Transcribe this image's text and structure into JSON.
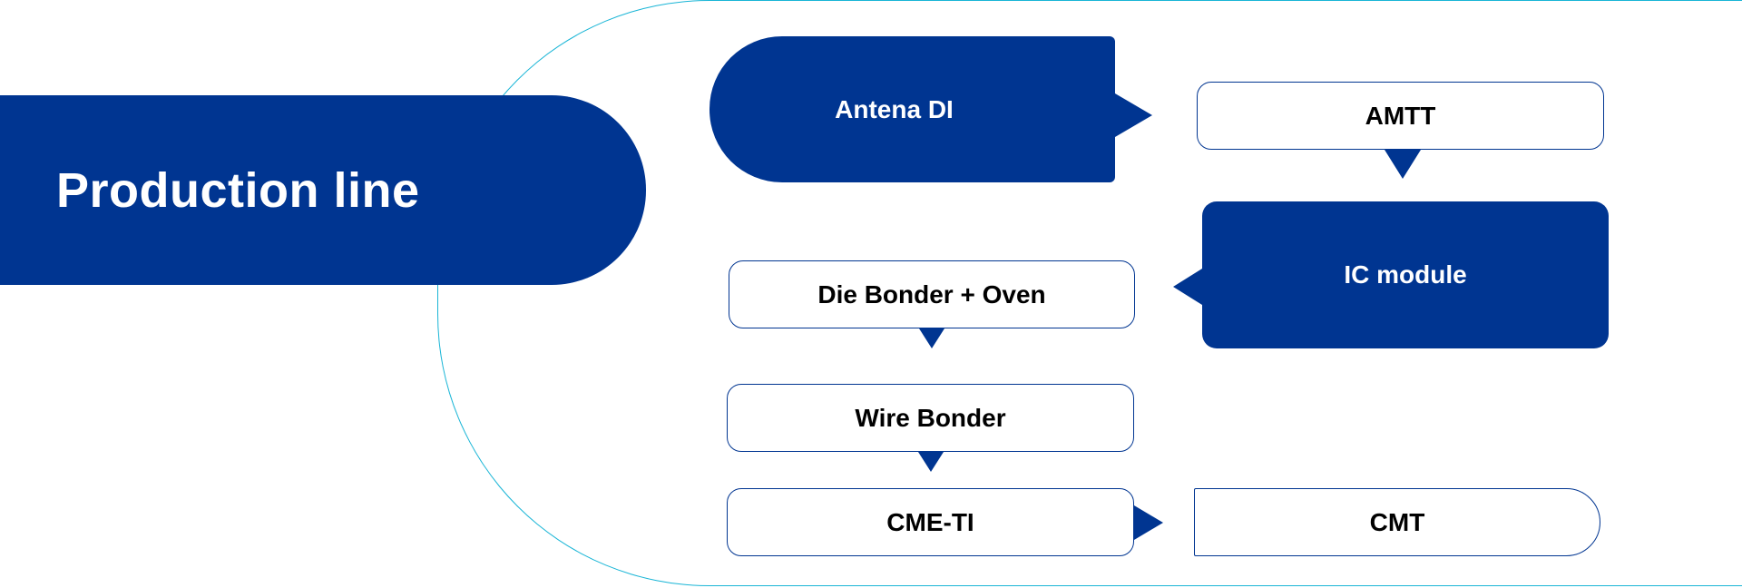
{
  "diagram": {
    "title": "Production line",
    "nodes": [
      {
        "id": "antena",
        "label": "Antena DI",
        "style": "filled"
      },
      {
        "id": "amtt",
        "label": "AMTT",
        "style": "outlined"
      },
      {
        "id": "ic",
        "label": "IC module",
        "style": "filled"
      },
      {
        "id": "die",
        "label": "Die Bonder + Oven",
        "style": "outlined"
      },
      {
        "id": "wire",
        "label": "Wire Bonder",
        "style": "outlined"
      },
      {
        "id": "cme",
        "label": "CME-TI",
        "style": "outlined"
      },
      {
        "id": "cmt",
        "label": "CMT",
        "style": "outlined"
      }
    ],
    "edges": [
      {
        "from": "antena",
        "to": "amtt",
        "direction": "right"
      },
      {
        "from": "amtt",
        "to": "ic",
        "direction": "down"
      },
      {
        "from": "ic",
        "to": "die",
        "direction": "left"
      },
      {
        "from": "die",
        "to": "wire",
        "direction": "down"
      },
      {
        "from": "wire",
        "to": "cme",
        "direction": "down"
      },
      {
        "from": "cme",
        "to": "cmt",
        "direction": "right"
      }
    ]
  },
  "colors": {
    "primary": "#003591",
    "outline": "#19b5d6",
    "text_dark": "#000000",
    "text_light": "#ffffff"
  }
}
